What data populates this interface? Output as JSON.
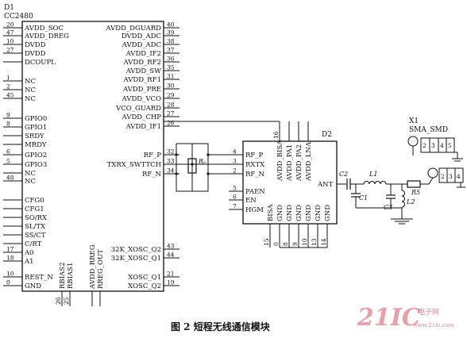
{
  "u1": {
    "ref": "D1",
    "part": "CC2480",
    "left_pins": [
      {
        "num": "20",
        "name": "AVDD_SOC"
      },
      {
        "num": "47",
        "name": "AVDD_DREG"
      },
      {
        "num": "10",
        "name": "DVDD"
      },
      {
        "num": "27",
        "name": "DVDD"
      },
      {
        "num": "",
        "name": "DCOUPL"
      },
      {
        "num": "1",
        "name": "NC"
      },
      {
        "num": "2",
        "name": "NC"
      },
      {
        "num": "45",
        "name": "NC"
      },
      {
        "num": "9",
        "name": "GPIO0"
      },
      {
        "num": "8",
        "name": "GPIO1"
      },
      {
        "num": "",
        "name": "SRDY"
      },
      {
        "num": "",
        "name": "MRDY"
      },
      {
        "num": "6",
        "name": "GPIO2"
      },
      {
        "num": "5",
        "name": "GPIO3"
      },
      {
        "num": "",
        "name": "NC"
      },
      {
        "num": "48",
        "name": "NC"
      },
      {
        "num": "",
        "name": "CFG0"
      },
      {
        "num": "",
        "name": "CFG1"
      },
      {
        "num": "",
        "name": "SO/RX"
      },
      {
        "num": "",
        "name": "SL/TX"
      },
      {
        "num": "",
        "name": "SS/CT"
      },
      {
        "num": "",
        "name": "C/RT"
      },
      {
        "num": "17",
        "name": "A0"
      },
      {
        "num": "18",
        "name": "A1"
      },
      {
        "num": "10",
        "name": "REST_N"
      },
      {
        "num": "0",
        "name": "GND"
      }
    ],
    "right_pins": [
      {
        "num": "40",
        "name": "AVDD_DGUARD"
      },
      {
        "num": "39",
        "name": "DVDD_ADC"
      },
      {
        "num": "38",
        "name": "AVDD_ADC"
      },
      {
        "num": "37",
        "name": "AVDD_IF2"
      },
      {
        "num": "36",
        "name": "AVDD_RF2"
      },
      {
        "num": "35",
        "name": "AVDD_SW"
      },
      {
        "num": "31",
        "name": "AVDD_RF1"
      },
      {
        "num": "30",
        "name": "AVDD_PRE"
      },
      {
        "num": "29",
        "name": "AVDD_VCO"
      },
      {
        "num": "28",
        "name": "VCO_GUARD"
      },
      {
        "num": "27",
        "name": "AVDD_CHP"
      },
      {
        "num": "26",
        "name": "AVDD_IF1"
      },
      {
        "num": "32",
        "name": "RF_P"
      },
      {
        "num": "33",
        "name": "TXRX_SWTTCH"
      },
      {
        "num": "34",
        "name": "RF_N"
      },
      {
        "num": "43",
        "name": "32K_XOSC_Q2"
      },
      {
        "num": "44",
        "name": "32K_XOSC_Q1"
      },
      {
        "num": "21",
        "name": "XOSC_Q1"
      },
      {
        "num": "19",
        "name": "XOSC_Q2"
      }
    ],
    "bottom_pins": [
      {
        "num": "26",
        "name": "RBIAS2"
      },
      {
        "num": "25",
        "name": "RBIAS1"
      },
      {
        "num": "",
        "name": "AVDD_RREG"
      },
      {
        "num": "",
        "name": "RREG_OUT"
      }
    ]
  },
  "u2": {
    "ref": "D2",
    "left_pins": [
      {
        "num": "4",
        "name": "RF_P"
      },
      {
        "num": "3",
        "name": "RXTX"
      },
      {
        "num": "2",
        "name": "RF_N"
      },
      {
        "num": "5",
        "name": "PAEN"
      },
      {
        "num": "6",
        "name": "EN"
      },
      {
        "num": "7",
        "name": "HGM"
      }
    ],
    "top_pins": [
      {
        "num": "16",
        "name": "AVDD_BISA"
      },
      {
        "num": "",
        "name": "AVDD_PA1"
      },
      {
        "num": "",
        "name": "AVDD_PA2"
      },
      {
        "num": "",
        "name": "AVDD_LNA"
      }
    ],
    "right_pin": {
      "num": "",
      "name": "ANT"
    },
    "bottom_pins": [
      {
        "num": "15",
        "name": "BISA"
      },
      {
        "num": "0",
        "name": "GND"
      },
      {
        "num": "8",
        "name": "GND"
      },
      {
        "num": "9",
        "name": "GND"
      },
      {
        "num": "10",
        "name": "GND"
      },
      {
        "num": "13",
        "name": "GND"
      },
      {
        "num": "14",
        "name": "GND"
      }
    ]
  },
  "resistor_label": "Rₒ",
  "passives": {
    "c2": "C2",
    "l1": "L1",
    "c1": "C1",
    "c3": "C3",
    "l2": "L2",
    "r5": "R5"
  },
  "connector": {
    "ref": "X1",
    "part": "SMA_SMD",
    "pins": [
      "2",
      "3",
      "4",
      "5"
    ]
  },
  "caption": "图 2    短程无线通信模块",
  "watermark": {
    "big": "21IC",
    "small": "电子网",
    "url": "www.21ic.com"
  }
}
